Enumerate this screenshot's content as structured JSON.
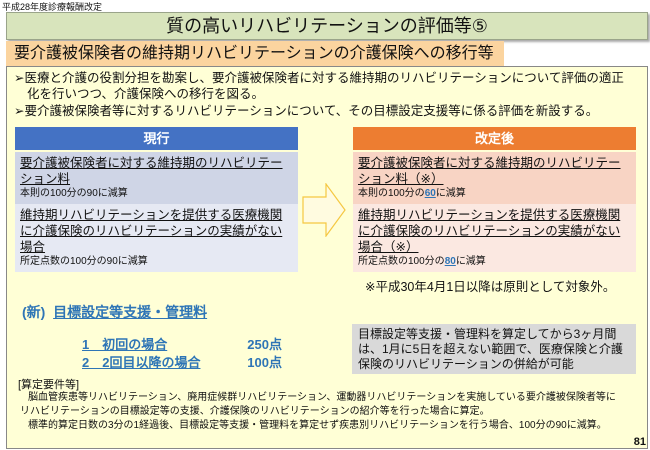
{
  "header_note": "平成28年度診療報酬改定",
  "title": "質の高いリハビリテーションの評価等⑤",
  "subtitle": "要介護被保険者の維持期リハビリテーションの介護保険への移行等",
  "bullets": [
    {
      "line1": "医療と介護の役割分担を勘案し、要介護被保険者に対する維持期のリハビリテーションについて評価の適正",
      "line2": "化を行いつつ、介護保険への移行を図る。"
    },
    {
      "line1": "要介護被保険者等に対するリハビリテーションについて、その目標設定支援等に係る評価を新設する。"
    }
  ],
  "before": {
    "header": "現行",
    "row1": {
      "title": "要介護被保険者に対する維持期のリハビリテーション料",
      "note": "本則の100分の90に減算"
    },
    "row2": {
      "title": "維持期リハビリテーションを提供する医療機関に介護保険のリハビリテーションの実績がない場合",
      "note": "所定点数の100分の90に減算"
    }
  },
  "after": {
    "header": "改定後",
    "row1": {
      "title": "要介護被保険者に対する維持期のリハビリテーション料（※）",
      "note_pre": "本則の100分の",
      "note_val": "60",
      "note_post": "に減算"
    },
    "row2": {
      "title": "維持期リハビリテーションを提供する医療機関に介護保険のリハビリテーションの実績がない場合（※）",
      "note_pre": "所定点数の100分の",
      "note_val": "80",
      "note_post": "に減算"
    }
  },
  "footnote": "※平成30年4月1日以降は原則として対象外。",
  "new_item": {
    "tag": "(新)",
    "name": "目標設定等支援・管理料",
    "items": [
      {
        "label": "1　初回の場合",
        "points": "250点"
      },
      {
        "label": "2　2回目以降の場合",
        "points": "100点"
      }
    ]
  },
  "gray_note": "目標設定等支援・管理料を算定してから3ヶ月間は、1月に5日を超えない範囲で、医療保険と介護保険のリハビリテーションの併給が可能",
  "requirements": {
    "heading": "[算定要件等]",
    "p1": "脳血管疾患等リハビリテーション、廃用症候群リハビリテーション、運動器リハビリテーションを実施している要介護被保険者等にリハビリテーションの目標設定等の支援、介護保険のリハビリテーションの紹介等を行った場合に算定。",
    "p2": "標準的算定日数の3分の1経過後、目標設定等支援・管理料を算定せず疾患別リハビリテーションを行う場合、100分の90に減算。"
  },
  "page_number": "81"
}
